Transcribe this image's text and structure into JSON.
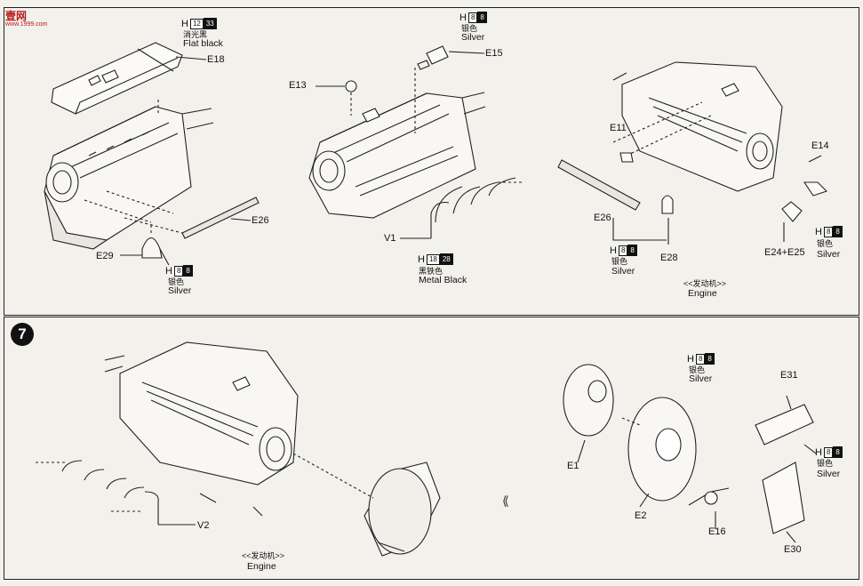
{
  "watermark": {
    "logo": "壹网",
    "sub": "www.1999.com"
  },
  "step": {
    "number": "7"
  },
  "colors": {
    "h12_33": {
      "h": "H",
      "a": "12",
      "b": "33",
      "cn": "消光黑",
      "en": "Flat black"
    },
    "h8_8": {
      "h": "H",
      "a": "8",
      "b": "8",
      "cn": "银色",
      "en": "Silver"
    },
    "h18_28": {
      "h": "H",
      "a": "18",
      "b": "28",
      "cn": "黑铁色",
      "en": "Metal  Black"
    }
  },
  "parts": {
    "E18": "E18",
    "E26": "E26",
    "E29": "E29",
    "E13": "E13",
    "E15": "E15",
    "V1": "V1",
    "E11": "E11",
    "E14": "E14",
    "E28": "E28",
    "E24_E25": "E24+E25",
    "V2": "V2",
    "E1": "E1",
    "E2": "E2",
    "E16": "E16",
    "E30": "E30",
    "E31": "E31"
  },
  "captions": {
    "engine_cn": "<<发动机>>",
    "engine_en": "Engine"
  },
  "nav": {
    "arrow": "⟪"
  }
}
